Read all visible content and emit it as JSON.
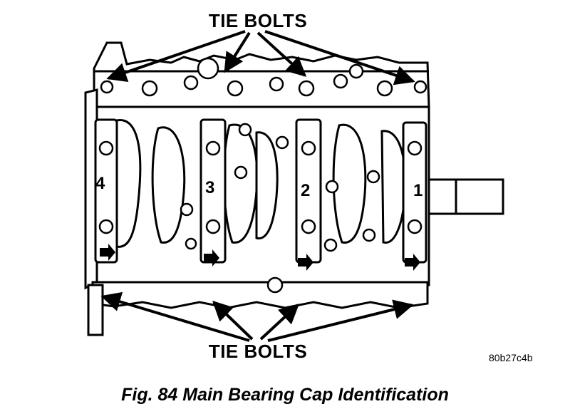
{
  "labels": {
    "top": "TIE BOLTS",
    "bottom": "TIE BOLTS"
  },
  "caps": [
    "4",
    "3",
    "2",
    "1"
  ],
  "ref_code": "80b27c4b",
  "caption": "Fig. 84 Main Bearing Cap Identification",
  "colors": {
    "line": "#000000",
    "fill": "#ffffff",
    "shade": "#000000"
  }
}
